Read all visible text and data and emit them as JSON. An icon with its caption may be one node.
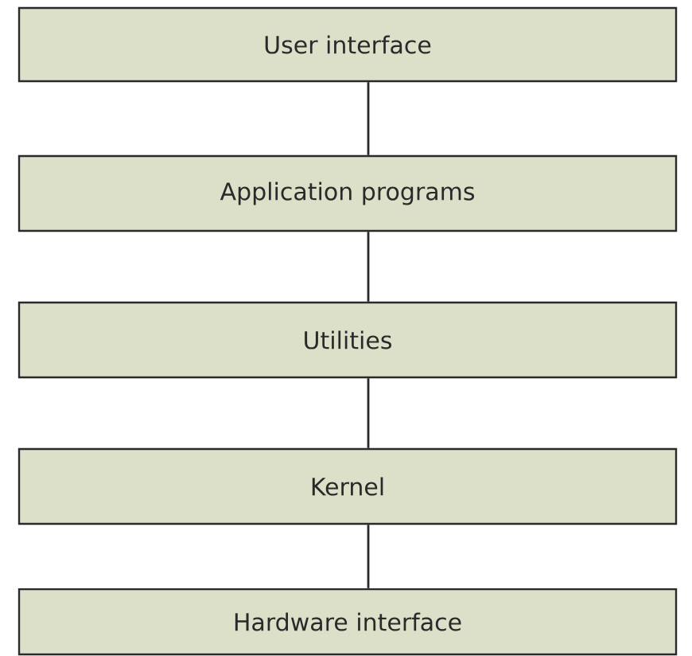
{
  "diagram": {
    "nodes": [
      {
        "text": [
          "User interface"
        ]
      },
      {
        "text": [
          "Application programs"
        ]
      },
      {
        "text": [
          "Utilities"
        ]
      },
      {
        "text": [
          "Kernel"
        ]
      },
      {
        "text": [
          "Hardware interface"
        ]
      }
    ],
    "edges": [
      {
        "from": 0,
        "to": 1,
        "arrow": "none"
      },
      {
        "from": 1,
        "to": 2,
        "arrow": "none"
      },
      {
        "from": 2,
        "to": 3,
        "arrow": "none"
      },
      {
        "from": 3,
        "to": 4,
        "arrow": "none"
      }
    ]
  }
}
